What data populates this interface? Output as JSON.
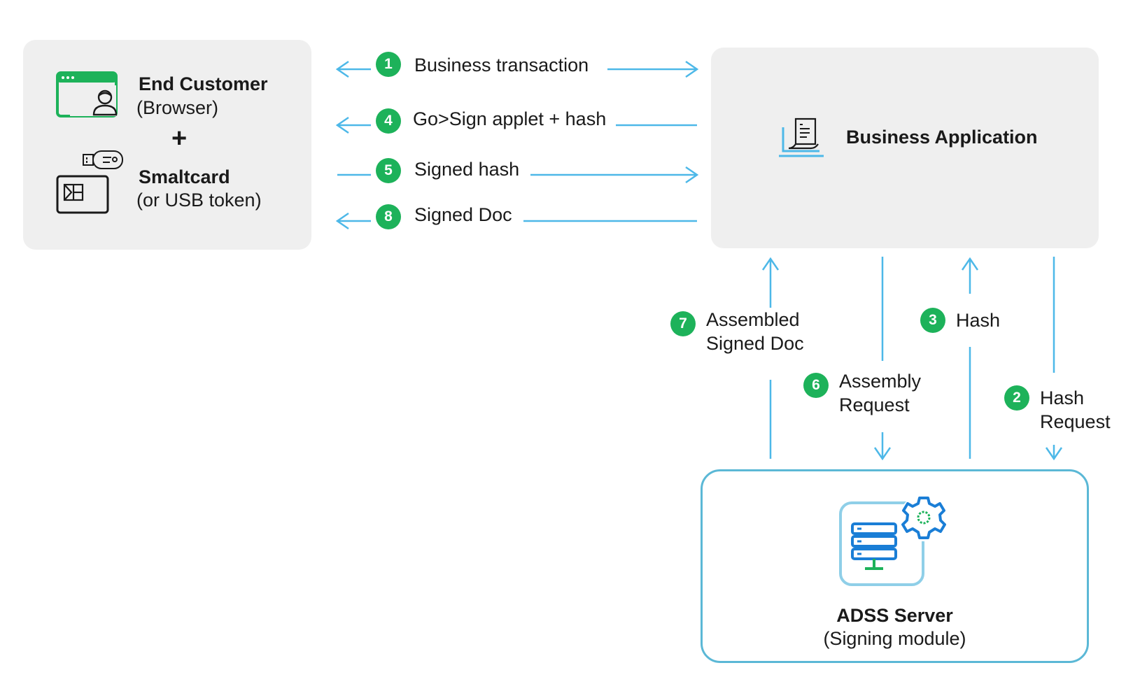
{
  "colors": {
    "arrow": "#4db8e8",
    "badge": "#1db25a",
    "box_fill": "#efefef",
    "server_border": "#5bb8d6",
    "icon_green": "#1db25a",
    "icon_blue": "#1a7ed6"
  },
  "end_customer": {
    "title": "End Customer",
    "subtitle": "(Browser)",
    "plus": "+",
    "card_title": "Smaltcard",
    "card_subtitle": "(or USB token)"
  },
  "business_app": {
    "title": "Business Application"
  },
  "adss": {
    "title": "ADSS Server",
    "subtitle": "(Signing module)"
  },
  "steps": [
    {
      "num": "1",
      "label": "Business transaction"
    },
    {
      "num": "4",
      "label": "Go>Sign applet + hash"
    },
    {
      "num": "5",
      "label": "Signed hash"
    },
    {
      "num": "8",
      "label": "Signed Doc"
    },
    {
      "num": "7",
      "label_line1": "Assembled",
      "label_line2": "Signed Doc"
    },
    {
      "num": "6",
      "label_line1": "Assembly",
      "label_line2": "Request"
    },
    {
      "num": "3",
      "label": "Hash"
    },
    {
      "num": "2",
      "label_line1": "Hash",
      "label_line2": "Request"
    }
  ]
}
